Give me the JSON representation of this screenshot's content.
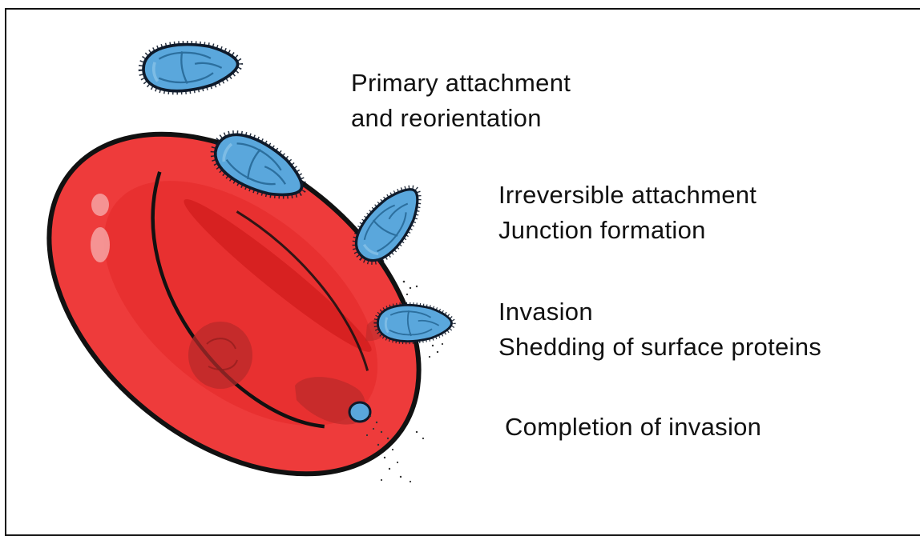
{
  "stages": [
    {
      "id": "primary",
      "lines": [
        "Primary attachment",
        "and reorientation"
      ]
    },
    {
      "id": "irreversible",
      "lines": [
        "Irreversible attachment",
        "Junction formation"
      ]
    },
    {
      "id": "invasion",
      "lines": [
        "Invasion",
        "Shedding of surface proteins"
      ]
    },
    {
      "id": "completion",
      "lines": [
        "Completion of invasion"
      ]
    }
  ],
  "colors": {
    "rbc_fill": "#ee3b3b",
    "rbc_dark": "#d41f1f",
    "rbc_outline": "#111111",
    "parasite_fill": "#5aa7dc",
    "parasite_light": "#8cc4e8",
    "parasite_outline": "#0e1a2a"
  },
  "icons": {
    "cell": "red-blood-cell-icon",
    "parasite": "merozoite-icon"
  }
}
